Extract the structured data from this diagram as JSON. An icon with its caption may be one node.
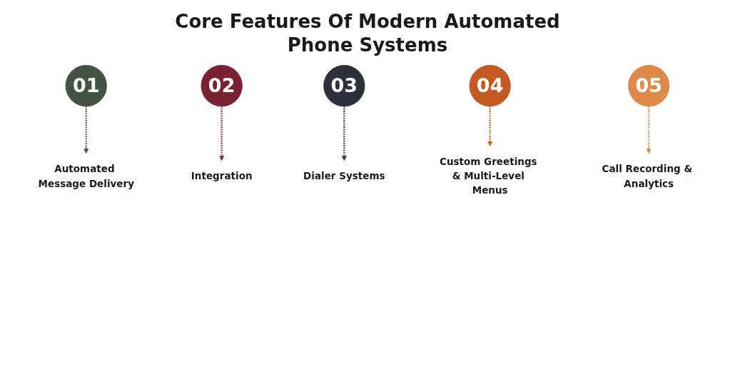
{
  "diagram": {
    "title": "Core Features Of Modern Automated Phone Systems",
    "nodes": [
      {
        "text": [
          "01"
        ]
      },
      {
        "text": [
          "02"
        ]
      },
      {
        "text": [
          "03"
        ]
      },
      {
        "text": [
          "04"
        ]
      },
      {
        "text": [
          "05"
        ]
      },
      {
        "text": [
          "Automated Message Delivery"
        ]
      },
      {
        "text": [
          "Integration"
        ]
      },
      {
        "text": [
          "Dialer Systems"
        ]
      },
      {
        "text": [
          "Custom Greetings & Multi-Level Menus"
        ]
      },
      {
        "text": [
          "Call Recording & Analytics"
        ]
      }
    ],
    "edges": [
      {
        "from": 0,
        "to": 5,
        "arrow": "to",
        "style": "dashed",
        "color": "#435343"
      },
      {
        "from": 1,
        "to": 6,
        "arrow": "to",
        "style": "dashed",
        "color": "#7a2232"
      },
      {
        "from": 2,
        "to": 7,
        "arrow": "to",
        "style": "dashed",
        "color": "#2e303d"
      },
      {
        "from": 3,
        "to": 8,
        "arrow": "to",
        "style": "dashed",
        "color": "#c45a22"
      },
      {
        "from": 4,
        "to": 9,
        "arrow": "to",
        "style": "dashed",
        "color": "#e08a4a"
      }
    ]
  }
}
